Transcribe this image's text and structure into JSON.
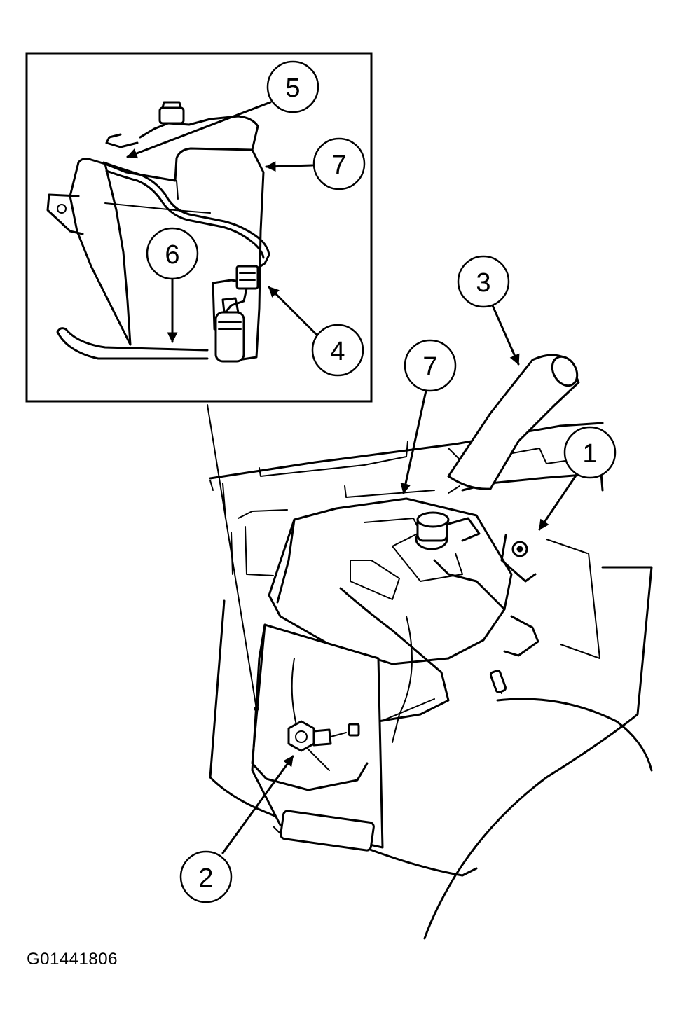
{
  "figure_id": "G01441806",
  "callouts": {
    "c1": "1",
    "c2": "2",
    "c3": "3",
    "c4": "4",
    "c5": "5",
    "c6": "6",
    "c7_inset": "7",
    "c7_main": "7"
  }
}
